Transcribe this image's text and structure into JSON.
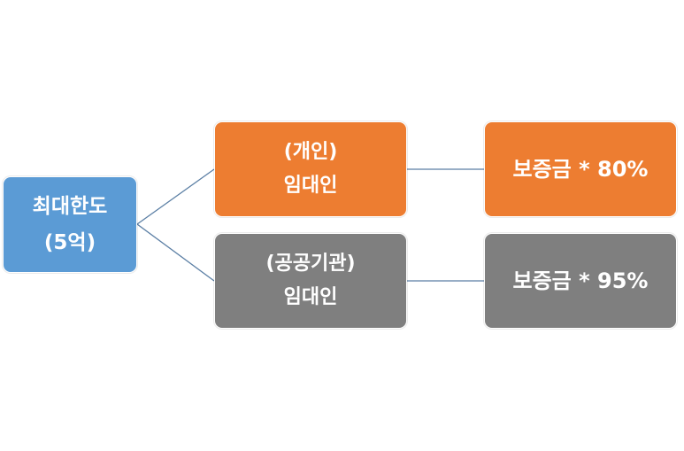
{
  "diagram": {
    "root": {
      "line1": "최대한도",
      "line2": "(5억)",
      "color": "#5b9bd5"
    },
    "branches": [
      {
        "category": {
          "line1": "(개인)",
          "line2": "임대인",
          "color": "#ed7d31"
        },
        "result": {
          "text": "보증금 * 80%",
          "color": "#ed7d31"
        }
      },
      {
        "category": {
          "line1": "(공공기관)",
          "line2": "임대인",
          "color": "#7f7f7f"
        },
        "result": {
          "text": "보증금 * 95%",
          "color": "#7f7f7f"
        }
      }
    ],
    "connector_color": "#5a7ea4"
  }
}
